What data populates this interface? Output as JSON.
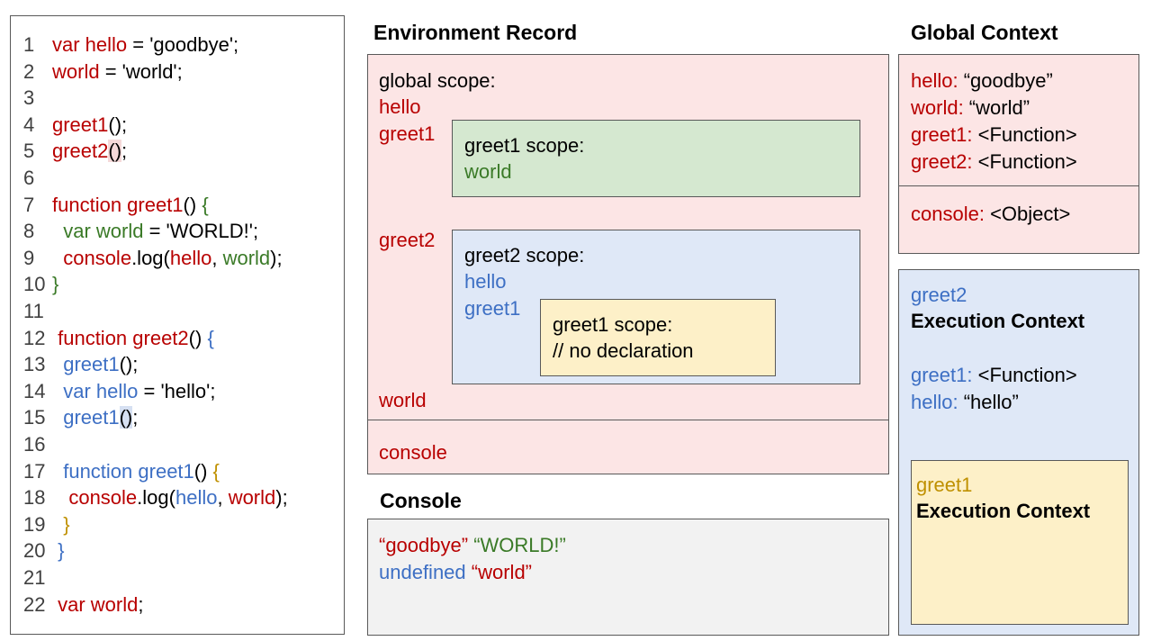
{
  "code": [
    {
      "n": "1",
      "parts": [
        {
          "t": "var hello",
          "c": "red"
        },
        {
          "t": " = 'goodbye';",
          "c": "black"
        }
      ]
    },
    {
      "n": "2",
      "parts": [
        {
          "t": "world",
          "c": "red"
        },
        {
          "t": " = 'world';",
          "c": "black"
        }
      ]
    },
    {
      "n": "3",
      "parts": []
    },
    {
      "n": "4",
      "parts": [
        {
          "t": "greet1",
          "c": "red"
        },
        {
          "t": "();",
          "c": "black"
        }
      ]
    },
    {
      "n": "5",
      "parts": [
        {
          "t": "greet2",
          "c": "red"
        },
        {
          "t": "()",
          "c": "black",
          "hl": "hl-red"
        },
        {
          "t": ";",
          "c": "black"
        }
      ]
    },
    {
      "n": "6",
      "parts": []
    },
    {
      "n": "7",
      "parts": [
        {
          "t": "function greet1",
          "c": "red"
        },
        {
          "t": "() ",
          "c": "black"
        },
        {
          "t": "{",
          "c": "green"
        }
      ]
    },
    {
      "n": "8",
      "parts": [
        {
          "t": "  var world",
          "c": "green"
        },
        {
          "t": " = 'WORLD!';",
          "c": "black"
        }
      ]
    },
    {
      "n": "9",
      "parts": [
        {
          "t": "  console",
          "c": "red"
        },
        {
          "t": ".log(",
          "c": "black"
        },
        {
          "t": "hello",
          "c": "red"
        },
        {
          "t": ", ",
          "c": "black"
        },
        {
          "t": "world",
          "c": "green"
        },
        {
          "t": ");",
          "c": "black"
        }
      ]
    },
    {
      "n": "10",
      "parts": [
        {
          "t": "}",
          "c": "green"
        }
      ]
    },
    {
      "n": "11",
      "parts": []
    },
    {
      "n": "12",
      "parts": [
        {
          "t": " function greet2",
          "c": "red"
        },
        {
          "t": "() ",
          "c": "black"
        },
        {
          "t": "{",
          "c": "blue"
        }
      ]
    },
    {
      "n": "13",
      "parts": [
        {
          "t": "  greet1",
          "c": "blue"
        },
        {
          "t": "();",
          "c": "black"
        }
      ]
    },
    {
      "n": "14",
      "parts": [
        {
          "t": "  var hello",
          "c": "blue"
        },
        {
          "t": " = 'hello';",
          "c": "black"
        }
      ]
    },
    {
      "n": "15",
      "parts": [
        {
          "t": "  greet1",
          "c": "blue"
        },
        {
          "t": "()",
          "c": "black",
          "hl": "hl-blue"
        },
        {
          "t": ";",
          "c": "black"
        }
      ]
    },
    {
      "n": "16",
      "parts": []
    },
    {
      "n": "17",
      "parts": [
        {
          "t": "  function greet1",
          "c": "blue"
        },
        {
          "t": "() ",
          "c": "black"
        },
        {
          "t": "{",
          "c": "gold"
        }
      ]
    },
    {
      "n": "18",
      "parts": [
        {
          "t": "   console",
          "c": "red"
        },
        {
          "t": ".log(",
          "c": "black"
        },
        {
          "t": "hello",
          "c": "blue"
        },
        {
          "t": ", ",
          "c": "black"
        },
        {
          "t": "world",
          "c": "red"
        },
        {
          "t": ");",
          "c": "black"
        }
      ]
    },
    {
      "n": "19",
      "parts": [
        {
          "t": "  }",
          "c": "gold"
        }
      ]
    },
    {
      "n": "20",
      "parts": [
        {
          "t": " }",
          "c": "blue"
        }
      ]
    },
    {
      "n": "21",
      "parts": []
    },
    {
      "n": "22",
      "parts": [
        {
          "t": " var world",
          "c": "red"
        },
        {
          "t": ";",
          "c": "black"
        }
      ]
    }
  ],
  "env": {
    "heading": "Environment Record",
    "global_label": "global scope:",
    "hello": "hello",
    "greet1": "greet1",
    "greet2": "greet2",
    "world": "world",
    "console": "console",
    "greet1_scope": {
      "label": "greet1 scope:",
      "world": "world"
    },
    "greet2_scope": {
      "label": "greet2 scope:",
      "hello": "hello",
      "greet1": "greet1",
      "inner": {
        "label": "greet1 scope:",
        "note": "// no declaration"
      }
    }
  },
  "console_panel": {
    "heading": "Console",
    "line1": [
      {
        "t": "“goodbye”",
        "c": "red"
      },
      {
        "t": " ",
        "c": "black"
      },
      {
        "t": "“WORLD!”",
        "c": "green"
      }
    ],
    "line2": [
      {
        "t": "undefined",
        "c": "blue"
      },
      {
        "t": " ",
        "c": "black"
      },
      {
        "t": "“world”",
        "c": "red"
      }
    ]
  },
  "global_context": {
    "heading": "Global Context",
    "entries": [
      {
        "key": "hello:",
        "val": " “goodbye”"
      },
      {
        "key": "world:",
        "val": " “world”"
      },
      {
        "key": "greet1:",
        "val": " <Function>"
      },
      {
        "key": "greet2:",
        "val": " <Function>"
      }
    ],
    "console": {
      "key": "console:",
      "val": " <Object>"
    }
  },
  "greet2_ec": {
    "name": "greet2",
    "title": "Execution Context",
    "entries": [
      {
        "key": "greet1:",
        "val": " <Function>"
      },
      {
        "key": "hello:",
        "val": " “hello”"
      }
    ]
  },
  "greet1_ec": {
    "name": "greet1",
    "title": "Execution Context"
  },
  "colors": {
    "red_text": "#b80000",
    "green_text": "#3a7a27",
    "blue_text": "#3d6fc4",
    "gold_text": "#bf9000",
    "pink_fill": "#fce5e5",
    "green_fill": "#d5e8d0",
    "blue_fill": "#dfe8f7",
    "yellow_fill": "#fdf0c8",
    "gray_fill": "#f2f2f2"
  }
}
